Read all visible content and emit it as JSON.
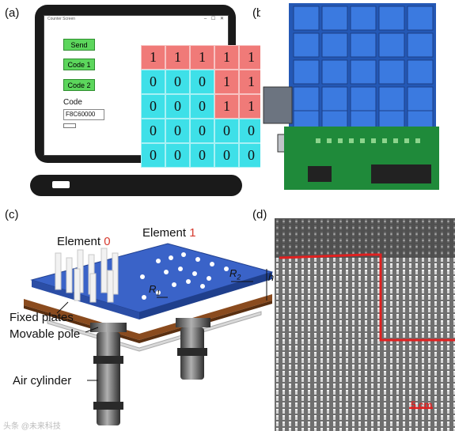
{
  "panels": {
    "a": "(a)",
    "b": "(b)",
    "c": "(c)",
    "d": "(d)"
  },
  "app": {
    "window_title": "Counter Screen",
    "window_controls": "–  ☐  ✕",
    "send_label": "Send",
    "code1_label": "Code 1",
    "code2_label": "Code 2",
    "code_label": "Code",
    "code_value": "F8C60000"
  },
  "matrix": [
    [
      "1",
      "1",
      "1",
      "1",
      "1"
    ],
    [
      "0",
      "0",
      "0",
      "1",
      "1"
    ],
    [
      "0",
      "0",
      "0",
      "1",
      "1"
    ],
    [
      "0",
      "0",
      "0",
      "0",
      "0"
    ],
    [
      "0",
      "0",
      "0",
      "0",
      "0"
    ]
  ],
  "colors": {
    "one": "#f07a78",
    "zero": "#3ee0e8",
    "button": "#5cd65c",
    "board": "#2f6fcf",
    "plate": "#8a4b1e",
    "path": "#e02020"
  },
  "diagram": {
    "element0_prefix": "Element ",
    "element0_value": "0",
    "element1_prefix": "Element ",
    "element1_value": "1",
    "r1": "R",
    "r1_sub": "1",
    "r2": "R",
    "r2_sub": "2",
    "h": "h",
    "fixed_plates": "Fixed plates",
    "movable_pole": "Movable pole",
    "air_cylinder": "Air cylinder"
  },
  "scale_bar": "5 cm",
  "watermark": "头条 @未来科技"
}
